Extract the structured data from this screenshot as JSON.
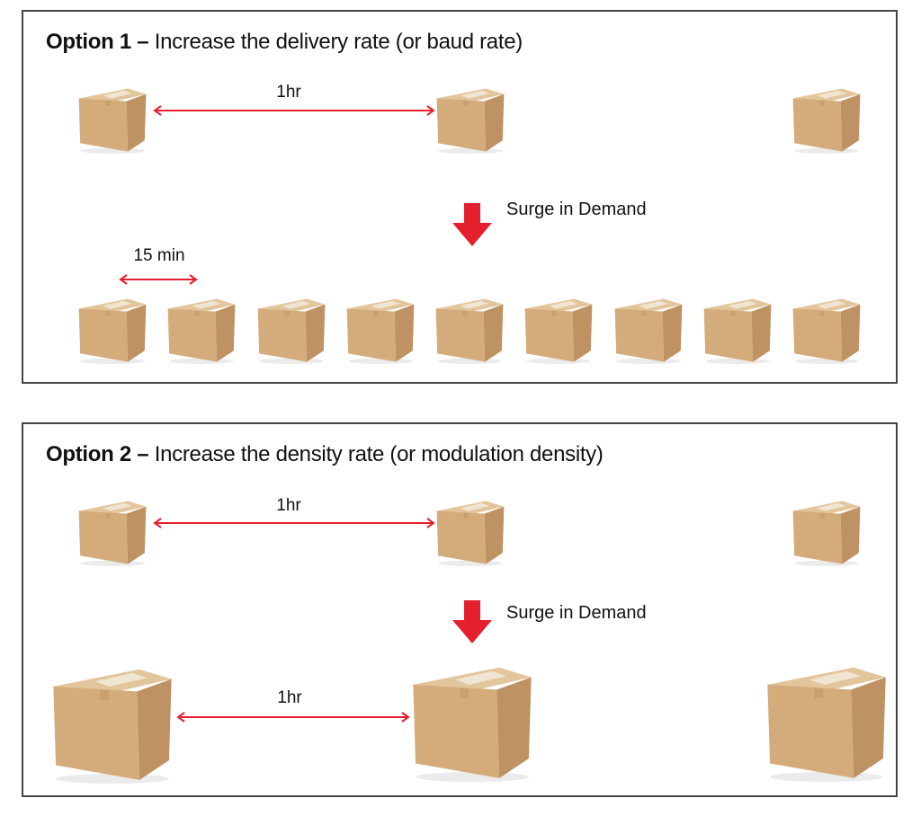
{
  "colors": {
    "arrow_red": "#e5202e",
    "panel_border": "#444444",
    "box_front": "#d3ab7b",
    "box_side": "#c09464",
    "box_top": "#e2c298",
    "box_tape": "#efe3cf",
    "text": "#111111"
  },
  "options": [
    {
      "title_bold": "Option 1 –",
      "title_light": "Increase the delivery rate (or baud rate)",
      "before": {
        "interval_label": "1hr",
        "box_count": 3
      },
      "surge_label": "Surge in Demand",
      "after": {
        "interval_label": "15 min",
        "box_count": 9,
        "box_size": "same"
      }
    },
    {
      "title_bold": "Option 2 –",
      "title_light": "Increase the density rate (or modulation density)",
      "before": {
        "interval_label": "1hr",
        "box_count": 3
      },
      "surge_label": "Surge in Demand",
      "after": {
        "interval_label": "1hr",
        "box_count": 3,
        "box_size": "larger"
      }
    }
  ],
  "icons": {
    "box": "cardboard-box-icon",
    "down_arrow": "down-arrow-icon",
    "double_arrow": "double-headed-arrow-icon"
  }
}
